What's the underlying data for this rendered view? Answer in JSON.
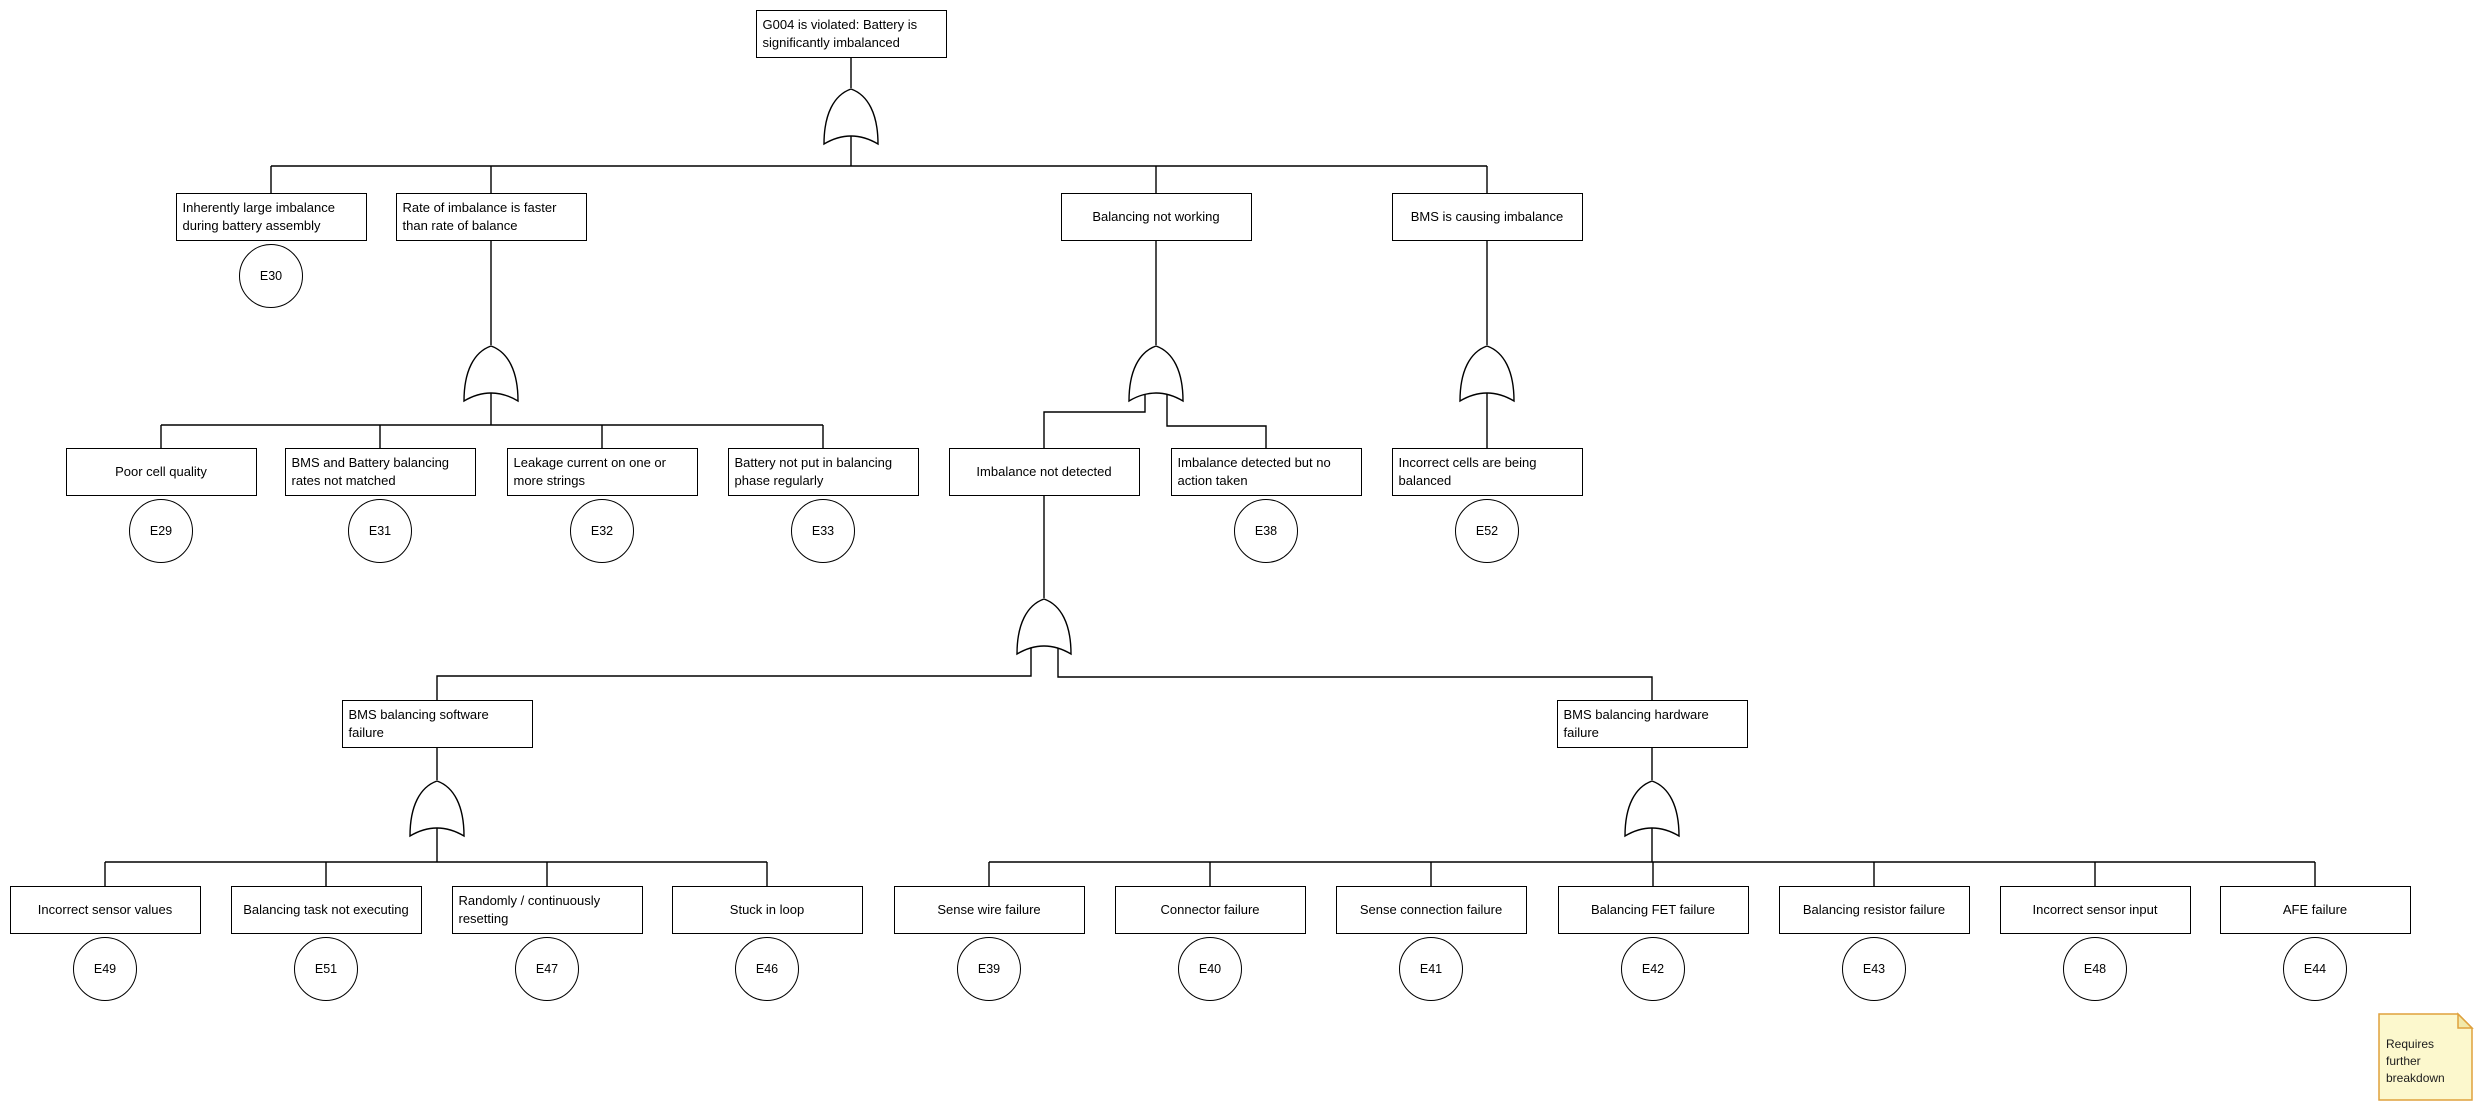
{
  "diagram_type": "fault-tree",
  "nodes": [
    {
      "id": "g004",
      "label": "G004 is violated: Battery is significantly imbalanced",
      "gate": "or"
    },
    {
      "id": "n1",
      "label": "Inherently large imbalance during battery assembly",
      "event": "E30"
    },
    {
      "id": "n2",
      "label": "Rate of imbalance is faster than rate of balance",
      "gate": "or"
    },
    {
      "id": "n3",
      "label": "Balancing not working",
      "gate": "or"
    },
    {
      "id": "n4",
      "label": "BMS is causing imbalance",
      "gate": "or"
    },
    {
      "id": "n21",
      "label": "Poor cell quality",
      "event": "E29"
    },
    {
      "id": "n22",
      "label": "BMS and Battery balancing rates not matched",
      "event": "E31"
    },
    {
      "id": "n23",
      "label": "Leakage current on one or more strings",
      "event": "E32"
    },
    {
      "id": "n24",
      "label": "Battery not put in balancing phase regularly",
      "event": "E33"
    },
    {
      "id": "n31",
      "label": "Imbalance not detected",
      "gate": "or"
    },
    {
      "id": "n32",
      "label": "Imbalance detected but no action taken",
      "event": "E38"
    },
    {
      "id": "n41",
      "label": "Incorrect cells are being balanced",
      "event": "E52"
    },
    {
      "id": "sw",
      "label": "BMS balancing software failure",
      "gate": "or"
    },
    {
      "id": "hw",
      "label": "BMS balancing hardware failure",
      "gate": "or"
    },
    {
      "id": "sw1",
      "label": "Incorrect sensor values",
      "event": "E49"
    },
    {
      "id": "sw2",
      "label": "Balancing task not executing",
      "event": "E51"
    },
    {
      "id": "sw3",
      "label": "Randomly / continuously resetting",
      "event": "E47"
    },
    {
      "id": "sw4",
      "label": "Stuck in loop",
      "event": "E46"
    },
    {
      "id": "hw1",
      "label": "Sense wire failure",
      "event": "E39"
    },
    {
      "id": "hw2",
      "label": "Connector failure",
      "event": "E40"
    },
    {
      "id": "hw3",
      "label": "Sense connection failure",
      "event": "E41"
    },
    {
      "id": "hw4",
      "label": "Balancing FET failure",
      "event": "E42"
    },
    {
      "id": "hw5",
      "label": "Balancing resistor failure",
      "event": "E43"
    },
    {
      "id": "hw6",
      "label": "Incorrect sensor input",
      "event": "E48"
    },
    {
      "id": "hw7",
      "label": "AFE failure",
      "event": "E44"
    }
  ],
  "note": {
    "text": "Requires further breakdown",
    "fill": "#fcf8cd",
    "border": "#dfa13d",
    "fold_fill": "#f2e9a9"
  },
  "colors": {
    "line": "#000000",
    "box_border": "#000000",
    "box_fill": "#ffffff",
    "background": "#ffffff"
  }
}
